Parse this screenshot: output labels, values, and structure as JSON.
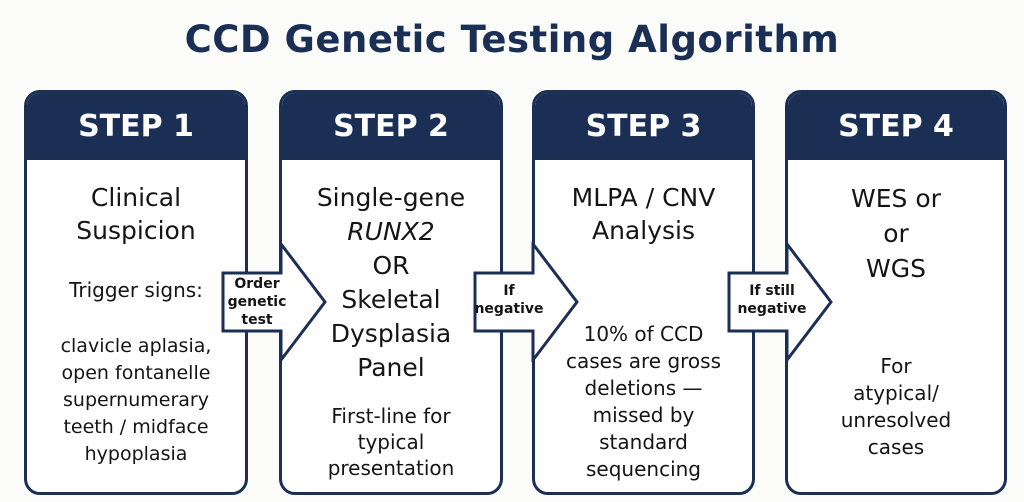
{
  "title": "CCD Genetic Testing Algorithm",
  "colors": {
    "navy": "#1b2f55",
    "box_bg": "#ffffff",
    "page_bg": "#fbfbfa"
  },
  "steps": [
    {
      "label": "STEP 1",
      "heading": [
        "Clinical",
        "Suspicion"
      ],
      "subheading": "Trigger signs:",
      "body": [
        "clavicle aplasia,",
        "open fontanelle",
        "supernumerary",
        "teeth / midface",
        "hypoplasia"
      ]
    },
    {
      "label": "STEP 2",
      "heading": [
        "Single-gene",
        "RUNX2",
        "OR",
        "Skeletal",
        "Dysplasia",
        "Panel"
      ],
      "body": [
        "First-line for",
        "typical",
        "presentation"
      ]
    },
    {
      "label": "STEP 3",
      "heading": [
        "MLPA / CNV",
        "Analysis"
      ],
      "body": [
        "10% of CCD",
        "cases are gross",
        "deletions —",
        "missed by",
        "standard",
        "sequencing"
      ]
    },
    {
      "label": "STEP 4",
      "heading": [
        "WES or",
        "or",
        "WGS"
      ],
      "body": [
        "For",
        "atypical/",
        "unresolved",
        "cases"
      ]
    }
  ],
  "arrows": [
    {
      "label": [
        "Order",
        "genetic",
        "test"
      ]
    },
    {
      "label": [
        "If",
        "negative"
      ]
    },
    {
      "label": [
        "If still",
        "negative"
      ]
    }
  ]
}
